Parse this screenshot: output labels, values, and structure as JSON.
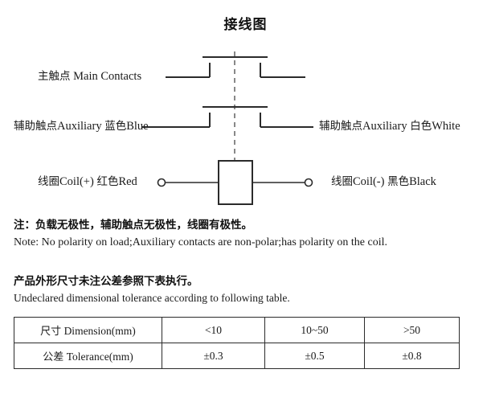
{
  "title": "接线图",
  "diagram": {
    "labels": {
      "main_contacts_cn": "主触点",
      "main_contacts_en": "Main Contacts",
      "aux_left_cn": "辅助触点",
      "aux_left_en": "Auxiliary",
      "aux_left_color_cn": "蓝色",
      "aux_left_color_en": "Blue",
      "aux_right_cn": "辅助触点",
      "aux_right_en": "Auxiliary",
      "aux_right_color_cn": "白色",
      "aux_right_color_en": "White",
      "coil_pos_cn": "线圈",
      "coil_pos_en": "Coil(+)",
      "coil_pos_color_cn": "红色",
      "coil_pos_color_en": "Red",
      "coil_neg_cn": "线圈",
      "coil_neg_en": "Coil(-)",
      "coil_neg_color_cn": "黑色",
      "coil_neg_color_en": "Black"
    },
    "colors": {
      "line": "#2b2b2b",
      "dashed": "#555555",
      "background": "#ffffff"
    }
  },
  "notes": {
    "cn": "注：负载无极性，辅助触点无极性，线圈有极性。",
    "en": "Note: No polarity on load;Auxiliary contacts are non-polar;has polarity on the coil."
  },
  "tolerance": {
    "cn": "产品外形尺寸未注公差参照下表执行。",
    "en": "Undeclared dimensional tolerance according to following table."
  },
  "table": {
    "rows": [
      {
        "head_cn": "尺寸",
        "head_en": "Dimension(mm)",
        "values": [
          "<10",
          "10~50",
          ">50"
        ]
      },
      {
        "head_cn": "公差",
        "head_en": "Tolerance(mm)",
        "values": [
          "±0.3",
          "±0.5",
          "±0.8"
        ]
      }
    ]
  }
}
